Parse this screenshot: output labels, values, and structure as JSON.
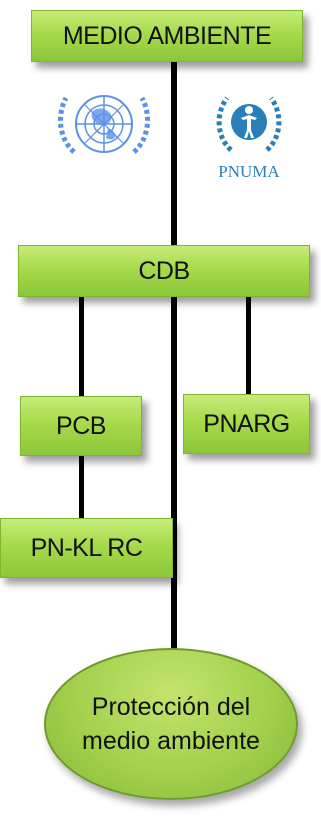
{
  "nodes": {
    "top": {
      "label": "MEDIO AMBIENTE"
    },
    "cdb": {
      "label": "CDB"
    },
    "pcb": {
      "label": "PCB"
    },
    "pnarg": {
      "label": "PNARG"
    },
    "pnkl": {
      "label": "PN-KL RC"
    },
    "goal": {
      "line1": "Protección del",
      "line2": "medio ambiente"
    }
  },
  "logos": {
    "un": {
      "icon": "united-nations-emblem-icon"
    },
    "pnuma": {
      "icon": "pnuma-logo-icon",
      "text": "PNUMA"
    }
  },
  "colors": {
    "box_green": "#a7da4a",
    "line": "#000000",
    "un_blue": "#5b92e5",
    "pnuma_blue": "#2a7fb8"
  }
}
